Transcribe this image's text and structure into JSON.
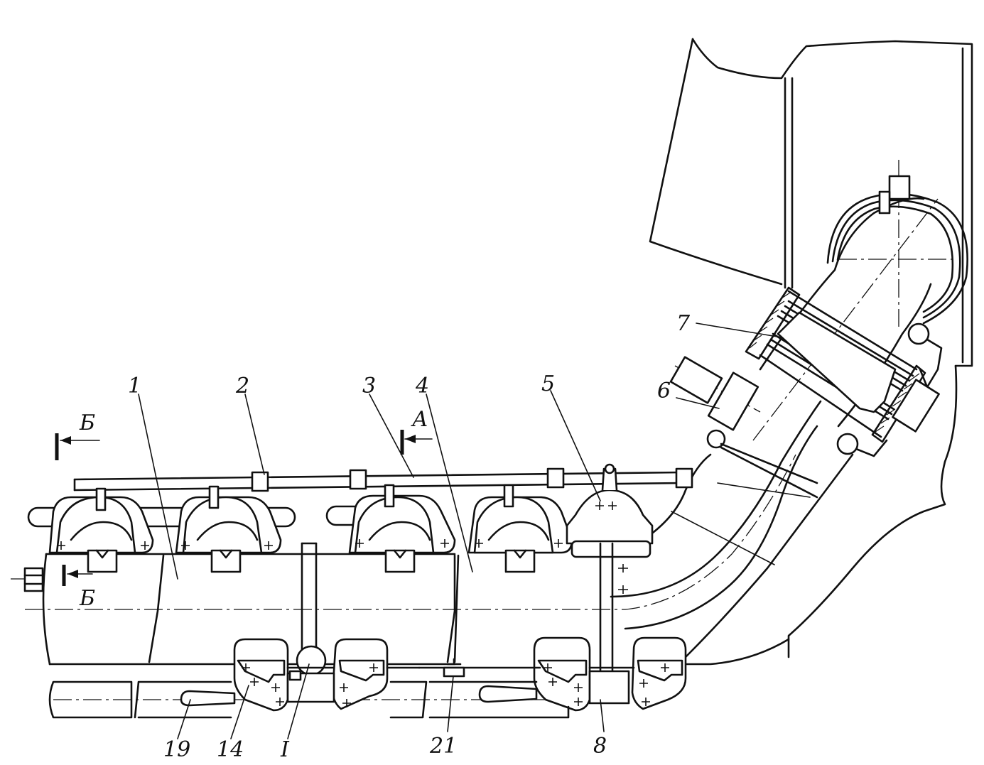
{
  "labels": {
    "l1": "1",
    "l2": "2",
    "l3": "3",
    "l4": "4",
    "l5": "5",
    "l6": "6",
    "l7": "7",
    "l8": "8",
    "l14": "14",
    "l19": "19",
    "l21": "21",
    "lI": "I",
    "sectionA": "А",
    "sectionB_top": "Б",
    "sectionB_bottom": "Б"
  }
}
